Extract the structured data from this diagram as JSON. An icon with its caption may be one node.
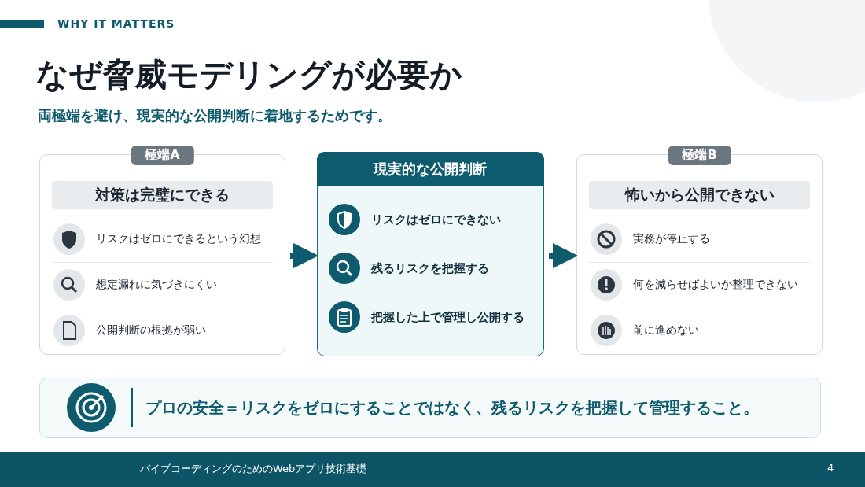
{
  "diagram": {
    "title": "なぜ脅威モデリングが必要か",
    "nodes": [
      {
        "text": [
          "極端A",
          "対策は完璧にできる",
          "リスクはゼロにできるという幻想",
          "想定漏れに気づきにくい",
          "公開判断の根拠が弱い"
        ]
      },
      {
        "text": [
          "現実的な公開判断",
          "リスクはゼロにできない",
          "残るリスクを把握する",
          "把握した上で管理し公開する"
        ]
      },
      {
        "text": [
          "極端B",
          "怖いから公開できない",
          "実務が停止する",
          "何を減らせばよいか整理できない",
          "前に進めない"
        ]
      },
      {
        "text": [
          "プロの安全＝リスクをゼロにすることではなく、残るリスクを把握して管理すること。"
        ]
      }
    ],
    "edges": [
      {
        "from": 0,
        "to": 1,
        "arrow": "to"
      },
      {
        "from": 1,
        "to": 2,
        "arrow": "to"
      }
    ],
    "labels": [
      "WHY IT MATTERS",
      "両極端を避け、現実的な公開判断に着地するためです。",
      "バイブコーディングのためのWebアプリ技術基礎",
      "4"
    ]
  }
}
